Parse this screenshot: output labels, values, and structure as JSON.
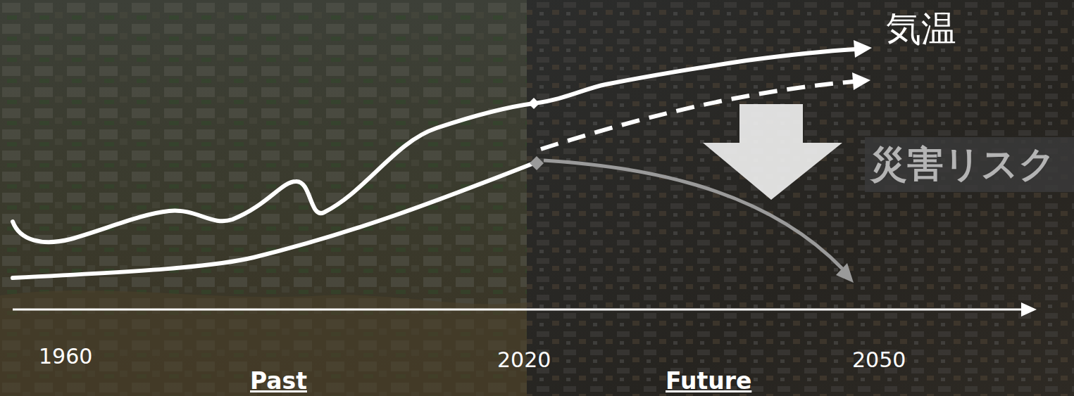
{
  "diagram": {
    "labels": [
      "気温",
      "災害リスク",
      "1960",
      "2020",
      "2050",
      "Past",
      "Future"
    ]
  }
}
